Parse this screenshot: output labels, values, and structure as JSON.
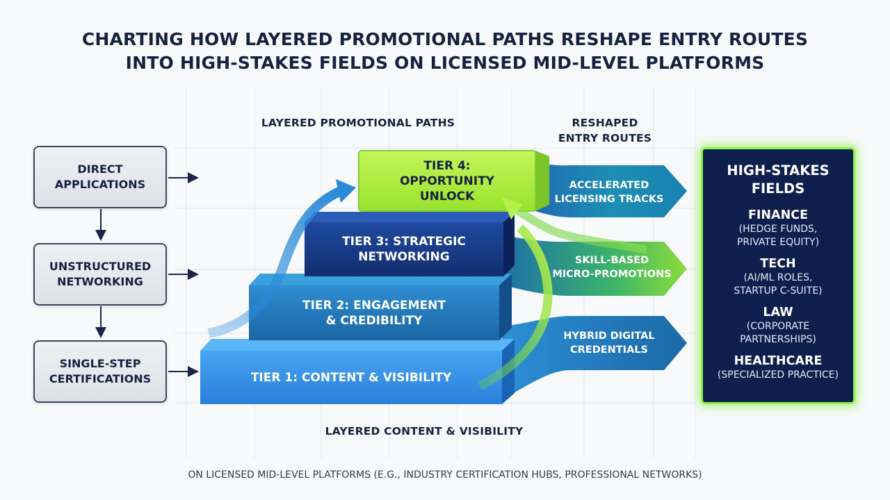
{
  "title": {
    "line1": "CHARTING HOW LAYERED PROMOTIONAL PATHS RESHAPE ENTRY ROUTES",
    "line2": "INTO HIGH-STAKES FIELDS ON LICENSED MID-LEVEL PLATFORMS"
  },
  "headers": {
    "promotional_paths": "LAYERED PROMOTIONAL PATHS",
    "entry_routes_line1": "RESHAPED",
    "entry_routes_line2": "ENTRY ROUTES",
    "bottom_label": "LAYERED CONTENT & VISIBILITY"
  },
  "traditional_routes": [
    {
      "line1": "DIRECT",
      "line2": "APPLICATIONS"
    },
    {
      "line1": "UNSTRUCTURED",
      "line2": "NETWORKING"
    },
    {
      "line1": "SINGLE-STEP",
      "line2": "CERTIFICATIONS"
    }
  ],
  "tiers": [
    {
      "line1": "TIER 1: CONTENT & VISIBILITY",
      "line2": "",
      "color": "#2e8be3"
    },
    {
      "line1": "TIER 2: ENGAGEMENT",
      "line2": "& CREDIBILITY",
      "color": "#1e73b8"
    },
    {
      "line1": "TIER 3: STRATEGIC",
      "line2": "NETWORKING",
      "color": "#173c8c"
    },
    {
      "line1": "TIER 4:",
      "line2": "OPPORTUNITY",
      "line3": "UNLOCK",
      "color": "#a8ec3a"
    }
  ],
  "entry_routes": [
    {
      "line1": "ACCELERATED",
      "line2": "LICENSING TRACKS"
    },
    {
      "line1": "SKILL-BASED",
      "line2": "MICRO-PROMOTIONS"
    },
    {
      "line1": "HYBRID DIGITAL",
      "line2": "CREDENTIALS"
    }
  ],
  "high_stakes": {
    "title_line1": "HIGH-STAKES",
    "title_line2": "FIELDS",
    "fields": [
      {
        "name": "FINANCE",
        "desc1": "(HEDGE FUNDS,",
        "desc2": "PRIVATE EQUITY)"
      },
      {
        "name": "TECH",
        "desc1": "(AI/ML ROLES,",
        "desc2": "STARTUP C-SUITE)"
      },
      {
        "name": "LAW",
        "desc1": "(CORPORATE",
        "desc2": "PARTNERSHIPS)"
      },
      {
        "name": "HEALTHCARE",
        "desc1": "(SPECIALIZED PRACTICE)",
        "desc2": ""
      }
    ]
  },
  "footer": "ON LICENSED MID-LEVEL PLATFORMS (E.G., INDUSTRY CERTIFICATION HUBS, PROFESSIONAL NETWORKS)",
  "colors": {
    "navy": "#16213f",
    "tier_light_blue": "#2e8be3",
    "tier_mid_blue": "#1e73b8",
    "tier_dark_blue": "#173c8c",
    "tier_green": "#a8ec3a",
    "panel_bg": "#0f1f4d",
    "panel_glow": "#8cf04a"
  },
  "icons": [
    "arrow-right-icon",
    "arrow-down-icon",
    "curved-arrow-icon",
    "chevron-arrow-icon"
  ]
}
